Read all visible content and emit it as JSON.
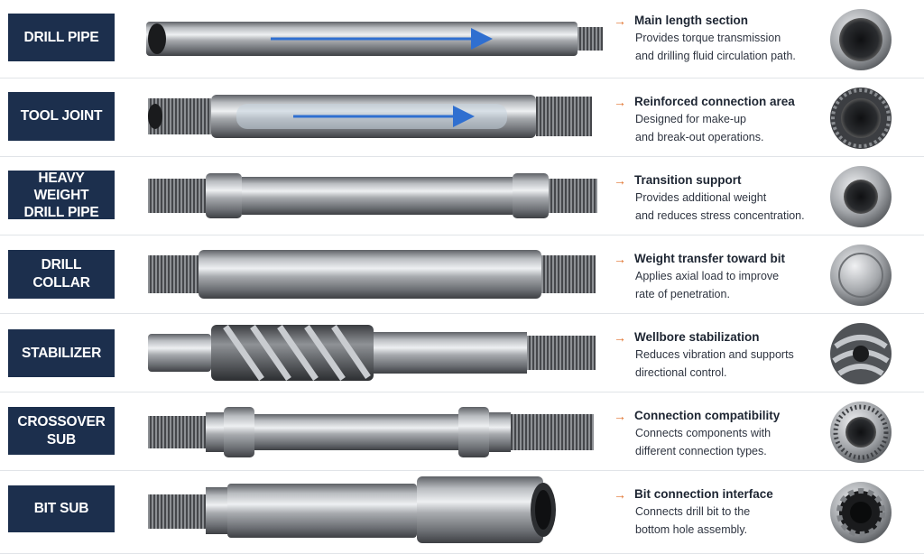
{
  "rows": [
    {
      "label_lines": [
        "DRILL PIPE"
      ],
      "feature_title": "Main length section",
      "description_lines": [
        "Provides torque transmission",
        "and drilling fluid circulation path."
      ],
      "end_icon": "open-pipe-end-icon"
    },
    {
      "label_lines": [
        "TOOL JOINT"
      ],
      "feature_title": "Reinforced connection area",
      "description_lines": [
        "Designed for make-up",
        "and break-out operations."
      ],
      "end_icon": "threaded-box-end-icon"
    },
    {
      "label_lines": [
        "HEAVY WEIGHT",
        "DRILL PIPE"
      ],
      "feature_title": "Transition support",
      "description_lines": [
        "Provides additional weight",
        "and reduces stress concentration."
      ],
      "end_icon": "thick-wall-end-icon"
    },
    {
      "label_lines": [
        "DRILL COLLAR"
      ],
      "feature_title": "Weight transfer toward bit",
      "description_lines": [
        "Applies axial load to improve",
        "rate of penetration."
      ],
      "end_icon": "solid-end-icon"
    },
    {
      "label_lines": [
        "STABILIZER"
      ],
      "feature_title": "Wellbore stabilization",
      "description_lines": [
        "Reduces vibration and supports",
        "directional control."
      ],
      "end_icon": "spiral-blade-end-icon"
    },
    {
      "label_lines": [
        "CROSSOVER SUB"
      ],
      "feature_title": "Connection compatibility",
      "description_lines": [
        "Connects components with",
        "different connection types."
      ],
      "end_icon": "threaded-pin-end-icon"
    },
    {
      "label_lines": [
        "BIT SUB"
      ],
      "feature_title": "Bit connection interface",
      "description_lines": [
        "Connects drill bit to the",
        "bottom hole assembly."
      ],
      "end_icon": "splined-end-icon"
    }
  ],
  "arrow_glyph": "→",
  "colors": {
    "label_bg": "#1c2f4d",
    "arrow": "#e0712a",
    "flow_arrow": "#2f6fd0"
  }
}
